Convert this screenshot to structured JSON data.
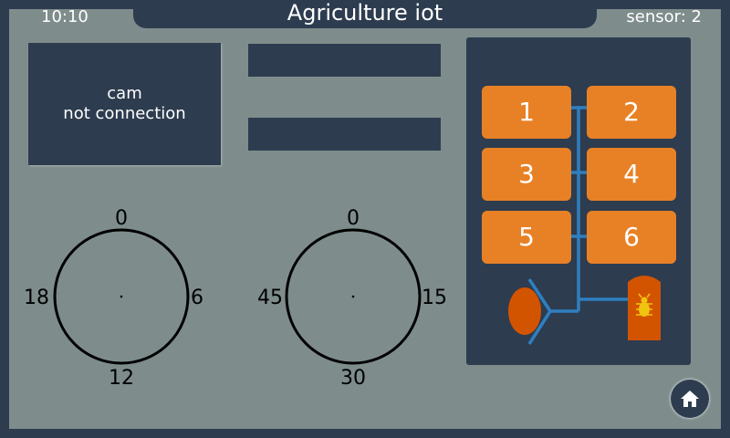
{
  "header": {
    "time": "10:10",
    "title": "Agriculture iot",
    "sensor_label": "sensor: 2"
  },
  "camera": {
    "line1": "cam",
    "line2": "not connection"
  },
  "dial_left": {
    "top": "0",
    "right": "6",
    "bottom": "12",
    "left": "18"
  },
  "dial_right": {
    "top": "0",
    "right": "15",
    "bottom": "30",
    "left": "45"
  },
  "relays": [
    {
      "label": "1"
    },
    {
      "label": "2"
    },
    {
      "label": "3"
    },
    {
      "label": "4"
    },
    {
      "label": "5"
    },
    {
      "label": "6"
    }
  ],
  "colors": {
    "background": "#7e8c8c",
    "panel": "#2d3c4f",
    "relay": "#e88125",
    "pipe": "#2f7fc0",
    "valve": "#d35400",
    "bug": "#f1c40f"
  },
  "icons": {
    "home": "home-icon",
    "sprinkler": "sprinkler-icon",
    "bug_tank": "bug-icon"
  }
}
